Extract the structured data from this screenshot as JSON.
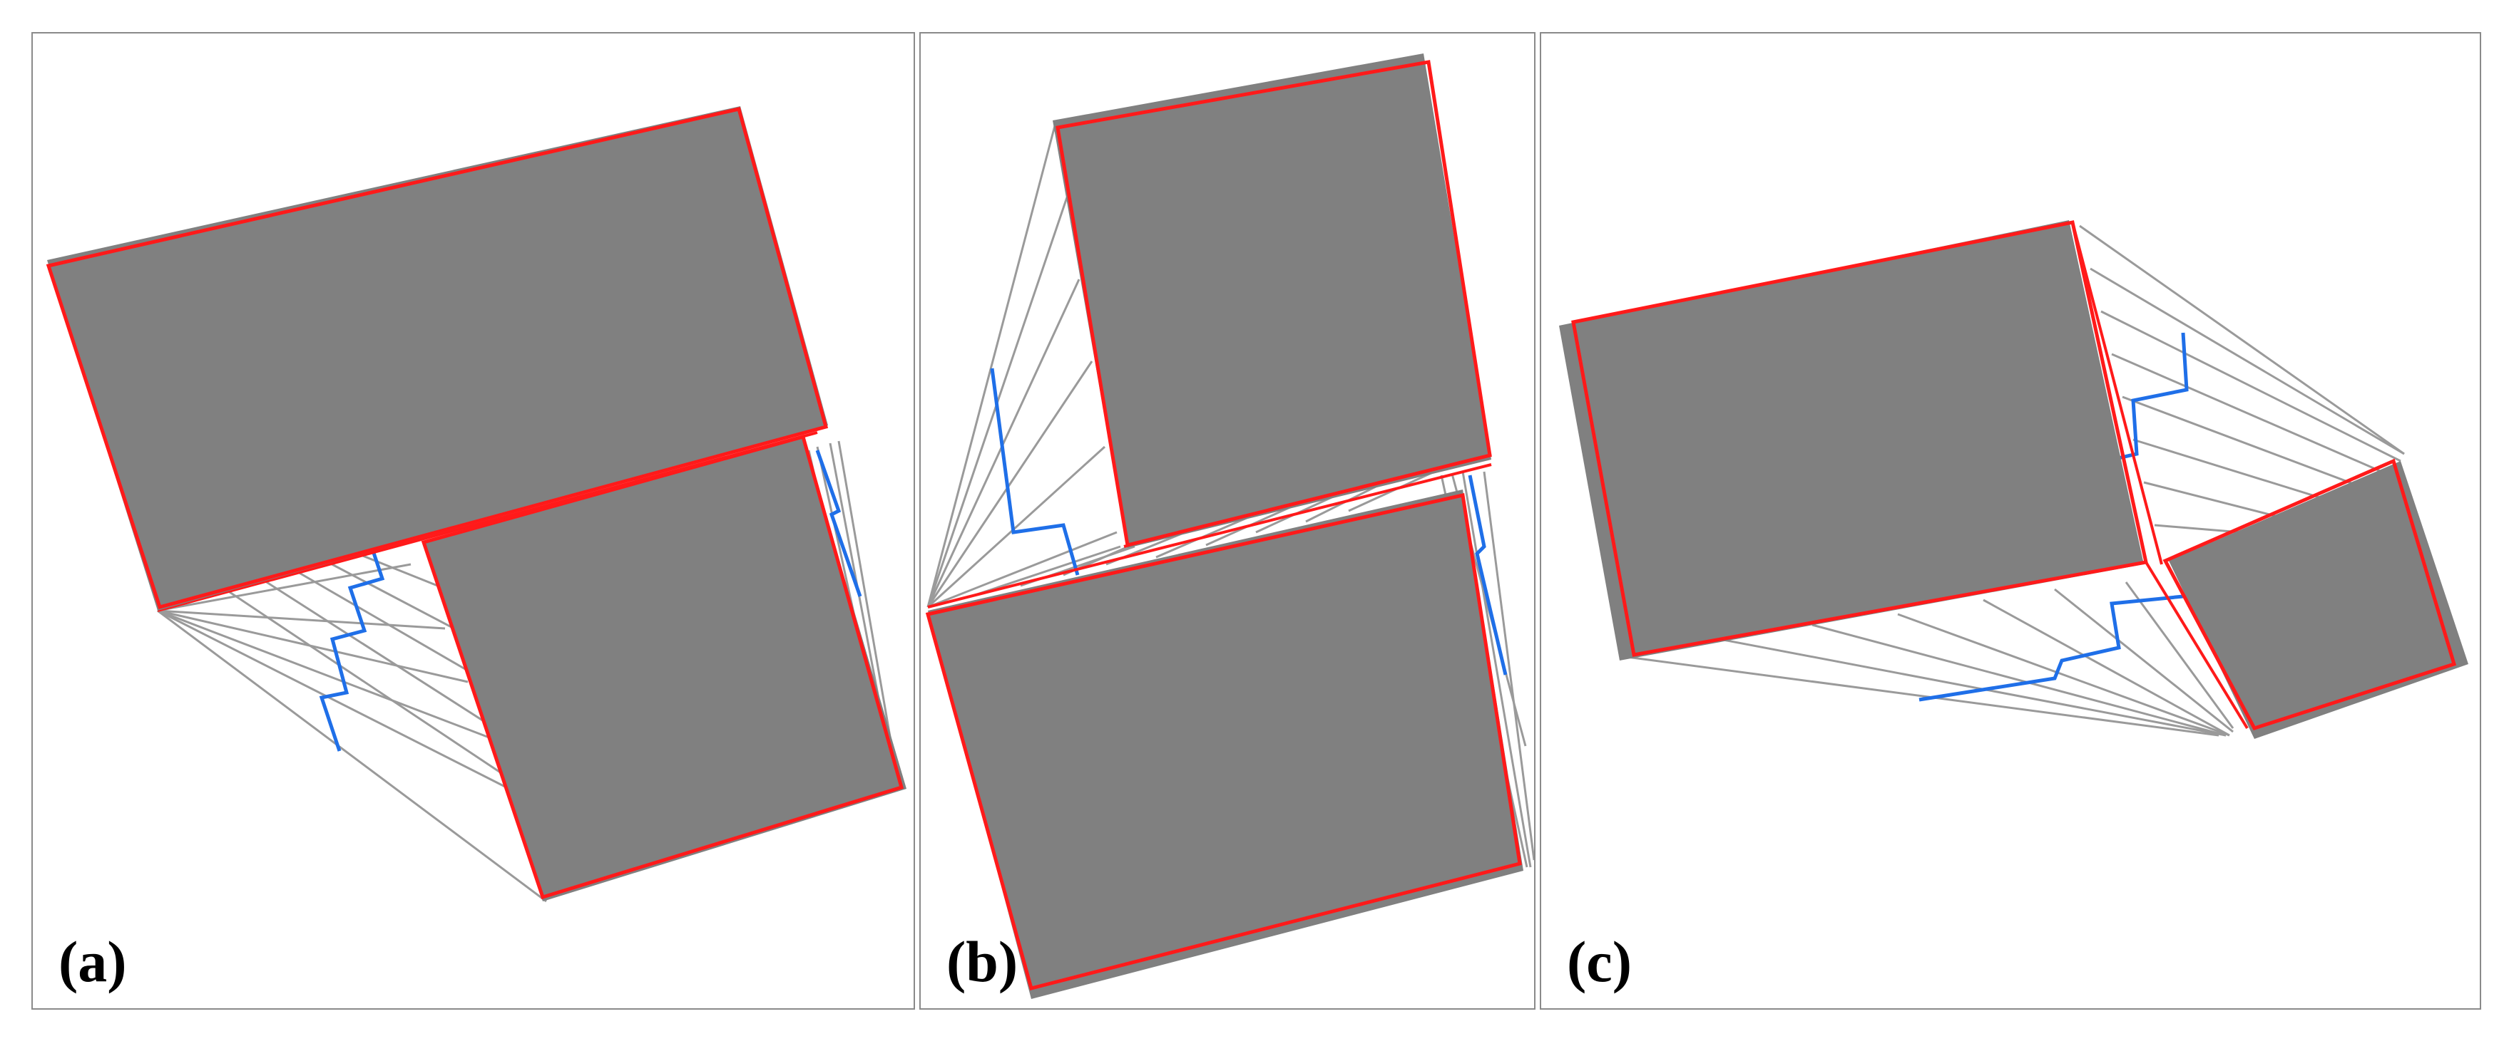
{
  "panels": [
    {
      "label": "(a)"
    },
    {
      "label": "(b)"
    },
    {
      "label": "(c)"
    }
  ],
  "colors": {
    "block_fill": "#808080",
    "block_outline": "#ff1a1a",
    "mesh_line": "#9a9a9a",
    "highlight_path": "#1f6fe8"
  }
}
